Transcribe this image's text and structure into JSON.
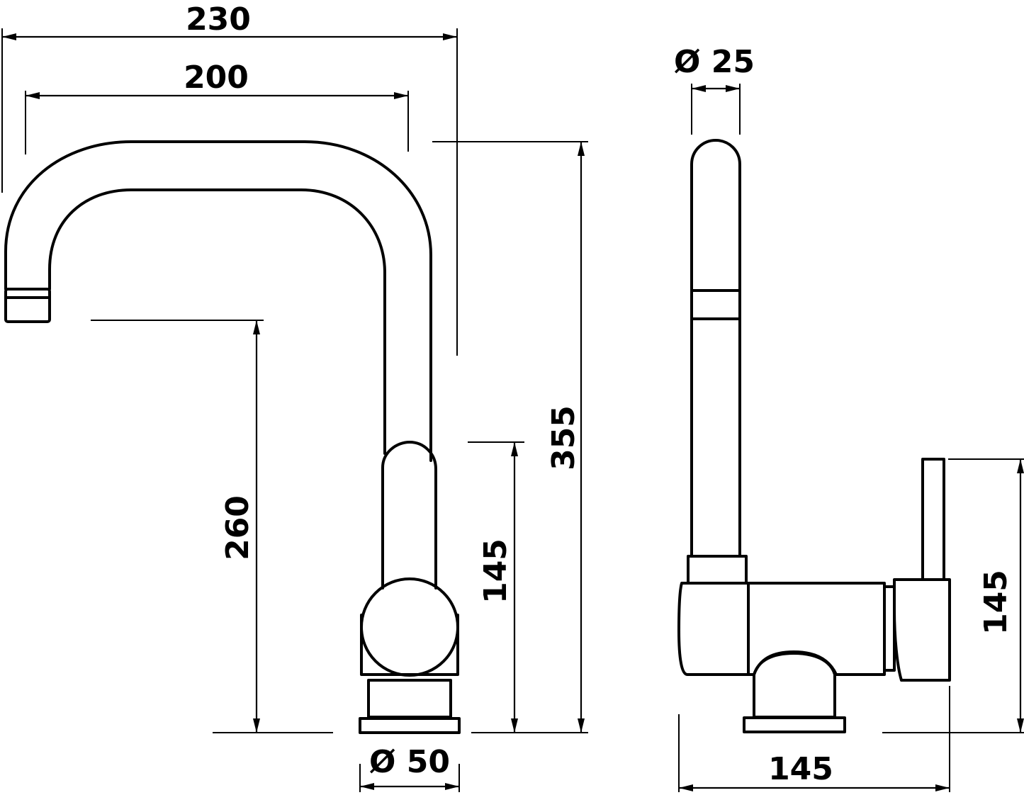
{
  "dimensions": {
    "front_total_width": "230",
    "front_spout_reach": "200",
    "front_spout_clearance": "260",
    "front_body_height": "145",
    "front_total_height": "355",
    "front_base_diameter": "Ø 50",
    "side_spout_diameter": "Ø 25",
    "side_body_depth": "145",
    "side_lever_height": "145"
  },
  "colors": {
    "line": "#000000",
    "background": "#ffffff"
  }
}
